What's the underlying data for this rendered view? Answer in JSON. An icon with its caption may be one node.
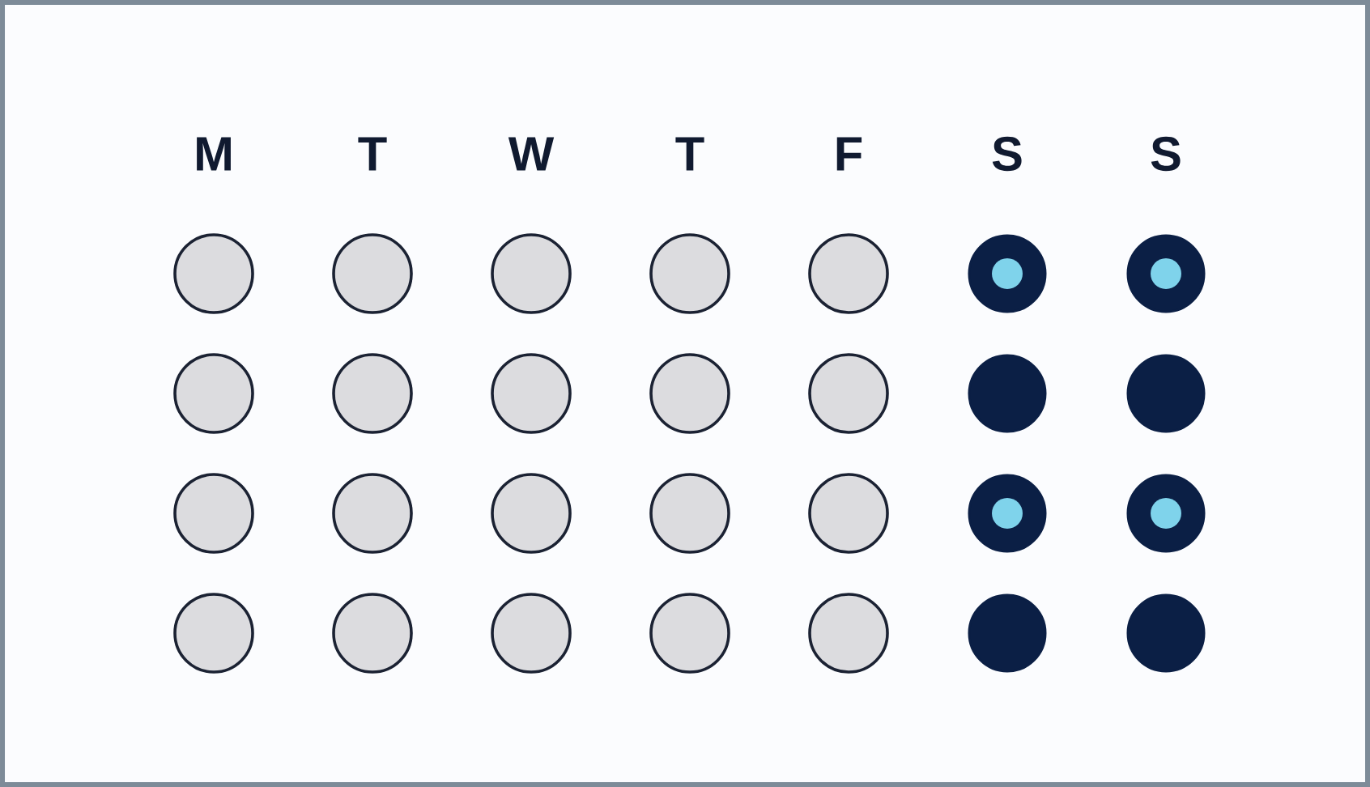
{
  "diagram": {
    "labels": [
      "M",
      "T",
      "W",
      "T",
      "F",
      "S",
      "S"
    ],
    "nodes": [
      {
        "text": [],
        "shape": "circle"
      },
      {
        "text": [],
        "shape": "circle"
      },
      {
        "text": [],
        "shape": "circle"
      },
      {
        "text": [],
        "shape": "circle"
      },
      {
        "text": [],
        "shape": "circle"
      },
      {
        "text": [],
        "shape": "circle"
      },
      {
        "text": [],
        "shape": "circle",
        "in": 5
      },
      {
        "text": [],
        "shape": "circle"
      },
      {
        "text": [],
        "shape": "circle",
        "in": 7
      },
      {
        "text": [],
        "shape": "circle"
      },
      {
        "text": [],
        "shape": "circle"
      },
      {
        "text": [],
        "shape": "circle"
      },
      {
        "text": [],
        "shape": "circle"
      },
      {
        "text": [],
        "shape": "circle"
      },
      {
        "text": [],
        "shape": "circle"
      },
      {
        "text": [],
        "shape": "circle"
      },
      {
        "text": [],
        "shape": "circle"
      },
      {
        "text": [],
        "shape": "circle"
      },
      {
        "text": [],
        "shape": "circle"
      },
      {
        "text": [],
        "shape": "circle"
      },
      {
        "text": [],
        "shape": "circle"
      },
      {
        "text": [],
        "shape": "circle"
      },
      {
        "text": [],
        "shape": "circle",
        "in": 21
      },
      {
        "text": [],
        "shape": "circle"
      },
      {
        "text": [],
        "shape": "circle",
        "in": 23
      },
      {
        "text": [],
        "shape": "circle"
      },
      {
        "text": [],
        "shape": "circle"
      },
      {
        "text": [],
        "shape": "circle"
      },
      {
        "text": [],
        "shape": "circle"
      },
      {
        "text": [],
        "shape": "circle"
      },
      {
        "text": [],
        "shape": "circle"
      },
      {
        "text": [],
        "shape": "circle"
      }
    ]
  }
}
